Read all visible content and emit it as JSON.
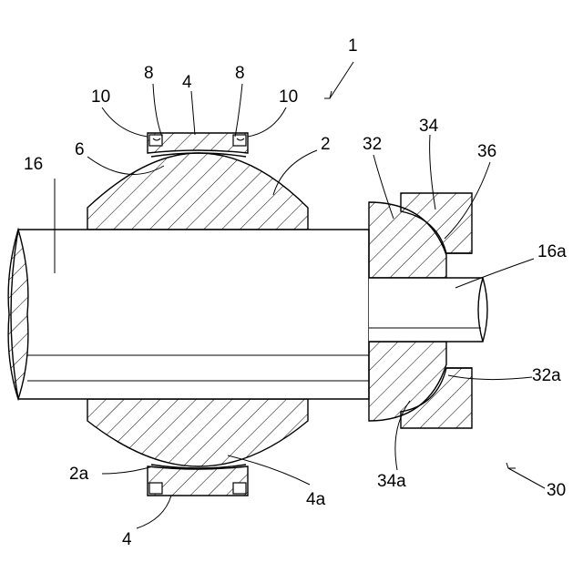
{
  "labels": {
    "ref_1": "1",
    "ref_8_left": "8",
    "ref_4_top": "4",
    "ref_8_right": "8",
    "ref_10_left": "10",
    "ref_10_right": "10",
    "ref_6": "6",
    "ref_2": "2",
    "ref_16": "16",
    "ref_32": "32",
    "ref_34": "34",
    "ref_36": "36",
    "ref_16a": "16a",
    "ref_32a": "32a",
    "ref_2a": "2a",
    "ref_4a": "4a",
    "ref_34a": "34a",
    "ref_4_bottom": "4",
    "ref_30": "30"
  }
}
